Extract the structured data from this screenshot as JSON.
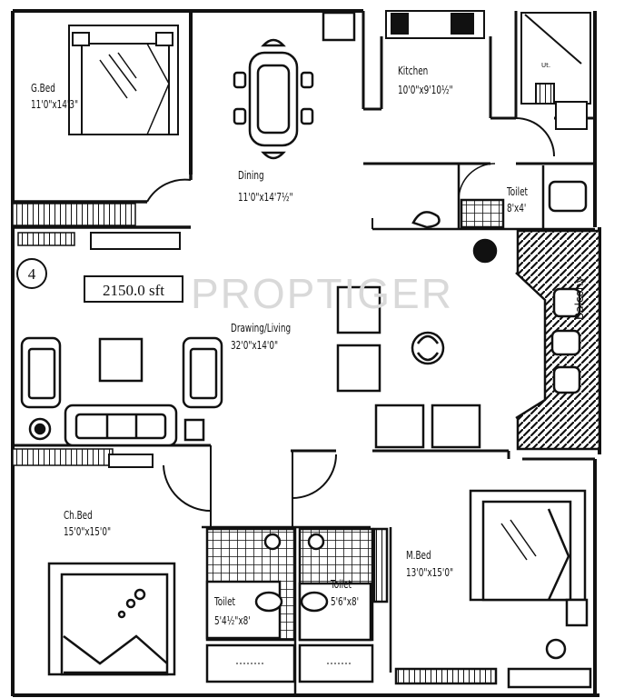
{
  "watermark": "PROPTIGER",
  "total_area": "2150.0 sft",
  "unit_number": "4",
  "rooms": {
    "guest_bed": {
      "name": "G.Bed",
      "size": "11'0\"x14'3\""
    },
    "dining": {
      "name": "Dining",
      "size": "11'0\"x14'7½\""
    },
    "kitchen": {
      "name": "Kitchen",
      "size": "10'0\"x9'10½\""
    },
    "toilet_kitchen": {
      "name": "Toilet",
      "size": "8'x4'"
    },
    "drawing": {
      "name": "Drawing/Living",
      "size": "32'0\"x14'0\""
    },
    "balcony": {
      "name": "Balcony"
    },
    "child_bed": {
      "name": "Ch.Bed",
      "size": "15'0\"x15'0\""
    },
    "master_bed": {
      "name": "M.Bed",
      "size": "13'0\"x15'0\""
    },
    "toilet_left": {
      "name": "Toilet",
      "size": "5'4½\"x8'"
    },
    "toilet_right": {
      "name": "Toilet",
      "size": "5'6\"x8'"
    },
    "utility": {
      "name": "Ut."
    }
  }
}
